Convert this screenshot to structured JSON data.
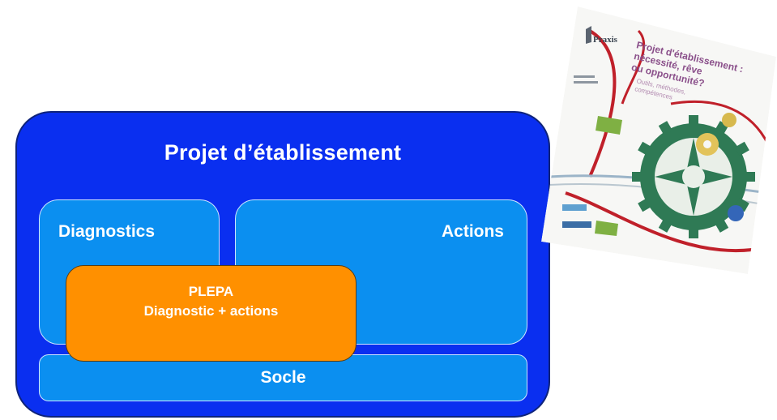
{
  "diagram": {
    "outer_title": "Projet d’établissement",
    "diagnostics_label": "Diagnostics",
    "actions_label": "Actions",
    "plepa_title": "PLEPA",
    "plepa_subtitle": "Diagnostic + actions",
    "socle_label": "Socle"
  },
  "book_cover": {
    "publisher": "Praxis",
    "title_lines": [
      "Projet d'établissement :",
      "nécessité, rêve",
      "ou opportunité?"
    ],
    "subtitle_lines": [
      "Outils, méthodes,",
      "compétences"
    ]
  },
  "colors": {
    "outer_blue": "#0a2ff0",
    "panel_blue": "#0b8ff0",
    "plepa_orange": "#ff9000",
    "gear_green": "#2f7a55"
  }
}
